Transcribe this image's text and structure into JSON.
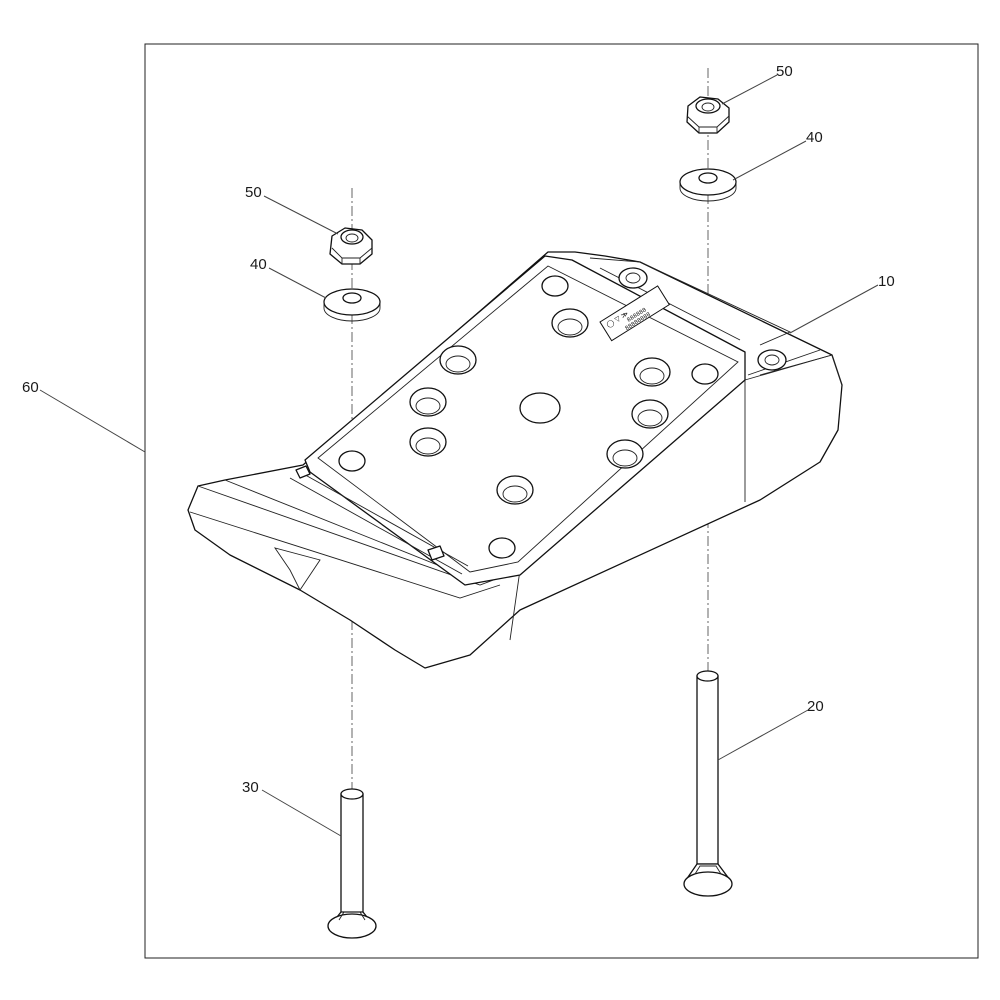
{
  "callouts": {
    "nut_left": "50",
    "washer_left": "40",
    "nut_right": "50",
    "washer_right": "40",
    "plate": "10",
    "bolt_long": "20",
    "bolt_short": "30",
    "assembly": "60"
  },
  "label_plate_text": {
    "line1": "◯ ▽ ≫",
    "line2": "888888",
    "line3": "88888888"
  },
  "colors": {
    "line": "#111111",
    "background": "#ffffff"
  }
}
